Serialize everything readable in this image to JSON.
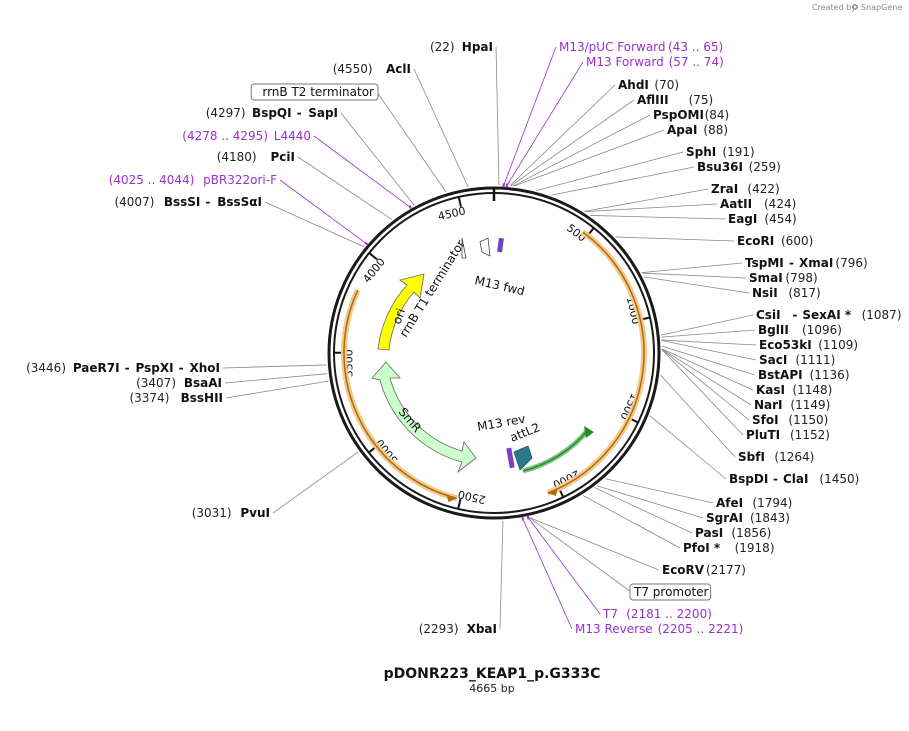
{
  "credit": {
    "text": "Created by",
    "brand": "SnapGene"
  },
  "plasmid": {
    "name": "pDONR223_KEAP1_p.G333C",
    "size_label": "4665 bp",
    "total_bp": 4665
  },
  "ticks": [
    "500",
    "1000",
    "1500",
    "2000",
    "2500",
    "3000",
    "3500",
    "4000",
    "4500"
  ],
  "right_labels": [
    {
      "name": "M13/pUC Forward",
      "pos": "(43 .. 65)",
      "kind": "primer"
    },
    {
      "name": "M13 Forward",
      "pos": "(57 .. 74)",
      "kind": "primer"
    },
    {
      "name": "AhdI",
      "pos": "(70)",
      "kind": "enzyme"
    },
    {
      "name": "AflIII",
      "pos": "(75)",
      "kind": "enzyme"
    },
    {
      "name": "PspOMI",
      "pos": "(84)",
      "kind": "enzyme"
    },
    {
      "name": "ApaI",
      "pos": "(88)",
      "kind": "enzyme"
    },
    {
      "name": "SphI",
      "pos": "(191)",
      "kind": "enzyme"
    },
    {
      "name": "Bsu36I",
      "pos": "(259)",
      "kind": "enzyme"
    },
    {
      "name": "ZraI",
      "pos": "(422)",
      "kind": "enzyme"
    },
    {
      "name": "AatII",
      "pos": "(424)",
      "kind": "enzyme"
    },
    {
      "name": "EagI",
      "pos": "(454)",
      "kind": "enzyme"
    },
    {
      "name": "EcoRI",
      "pos": "(600)",
      "kind": "enzyme"
    },
    {
      "name": "TspMI",
      "name2": "XmaI",
      "pos": "(796)",
      "kind": "enzyme"
    },
    {
      "name": "SmaI",
      "pos": "(798)",
      "kind": "enzyme"
    },
    {
      "name": "NsiI",
      "pos": "(817)",
      "kind": "enzyme"
    },
    {
      "name": "CsiI",
      "name2": "SexAI *",
      "pos": "(1087)",
      "kind": "enzyme"
    },
    {
      "name": "BglII",
      "pos": "(1096)",
      "kind": "enzyme"
    },
    {
      "name": "Eco53kI",
      "pos": "(1109)",
      "kind": "enzyme"
    },
    {
      "name": "SacI",
      "pos": "(1111)",
      "kind": "enzyme"
    },
    {
      "name": "BstAPI",
      "pos": "(1136)",
      "kind": "enzyme"
    },
    {
      "name": "KasI",
      "pos": "(1148)",
      "kind": "enzyme"
    },
    {
      "name": "NarI",
      "pos": "(1149)",
      "kind": "enzyme"
    },
    {
      "name": "SfoI",
      "pos": "(1150)",
      "kind": "enzyme"
    },
    {
      "name": "PluTI",
      "pos": "(1152)",
      "kind": "enzyme"
    },
    {
      "name": "SbfI",
      "pos": "(1264)",
      "kind": "enzyme"
    },
    {
      "name": "BspDI",
      "name2": "ClaI",
      "pos": "(1450)",
      "kind": "enzyme"
    },
    {
      "name": "AfeI",
      "pos": "(1794)",
      "kind": "enzyme"
    },
    {
      "name": "SgrAI",
      "pos": "(1843)",
      "kind": "enzyme"
    },
    {
      "name": "PasI",
      "pos": "(1856)",
      "kind": "enzyme"
    },
    {
      "name": "PfoI *",
      "pos": "(1918)",
      "kind": "enzyme"
    },
    {
      "name": "EcoRV",
      "pos": "(2177)",
      "kind": "enzyme"
    },
    {
      "name": "T7 promoter",
      "pos": "",
      "kind": "box"
    },
    {
      "name": "T7",
      "pos": "(2181 .. 2200)",
      "kind": "primer"
    },
    {
      "name": "M13 Reverse",
      "pos": "(2205 .. 2221)",
      "kind": "primer"
    }
  ],
  "left_labels": [
    {
      "name": "HpaI",
      "pos": "(22)",
      "kind": "enzyme"
    },
    {
      "name": "AclI",
      "pos": "(4550)",
      "kind": "enzyme"
    },
    {
      "name": "rrnB T2 terminator",
      "pos": "",
      "kind": "box"
    },
    {
      "name": "BspQI",
      "name2": "SapI",
      "pos": "(4297)",
      "kind": "enzyme"
    },
    {
      "name": "L4440",
      "pos": "(4278 .. 4295)",
      "kind": "primer"
    },
    {
      "name": "PciI",
      "pos": "(4180)",
      "kind": "enzyme"
    },
    {
      "name": "pBR322ori-F",
      "pos": "(4025 .. 4044)",
      "kind": "primer"
    },
    {
      "name": "BssSI",
      "name2": "BssSαI",
      "pos": "(4007)",
      "kind": "enzyme"
    },
    {
      "name": "PaeR7I",
      "name2": "PspXI",
      "name3": "XhoI",
      "pos": "(3446)",
      "kind": "enzyme"
    },
    {
      "name": "BsaAI",
      "pos": "(3407)",
      "kind": "enzyme"
    },
    {
      "name": "BssHII",
      "pos": "(3374)",
      "kind": "enzyme"
    },
    {
      "name": "PvuI",
      "pos": "(3031)",
      "kind": "enzyme"
    },
    {
      "name": "XbaI",
      "pos": "(2293)",
      "kind": "enzyme"
    }
  ],
  "features": {
    "rrnB_T1": "rrnB T1 terminator",
    "m13_fwd": "M13 fwd",
    "ori": "ori",
    "smr": "SmR",
    "m13_rev": "M13 rev",
    "attL2": "attL2"
  },
  "colors": {
    "backbone": "#1a1a1a",
    "primer": "#9a2fd0",
    "ori": "#ffff00",
    "smr": "#ccffcc",
    "orf_outline": "#e8a93a",
    "orf_line": "#b06a10",
    "green_feature": "#2a8a2a",
    "attL2": "#2b7a8c"
  }
}
